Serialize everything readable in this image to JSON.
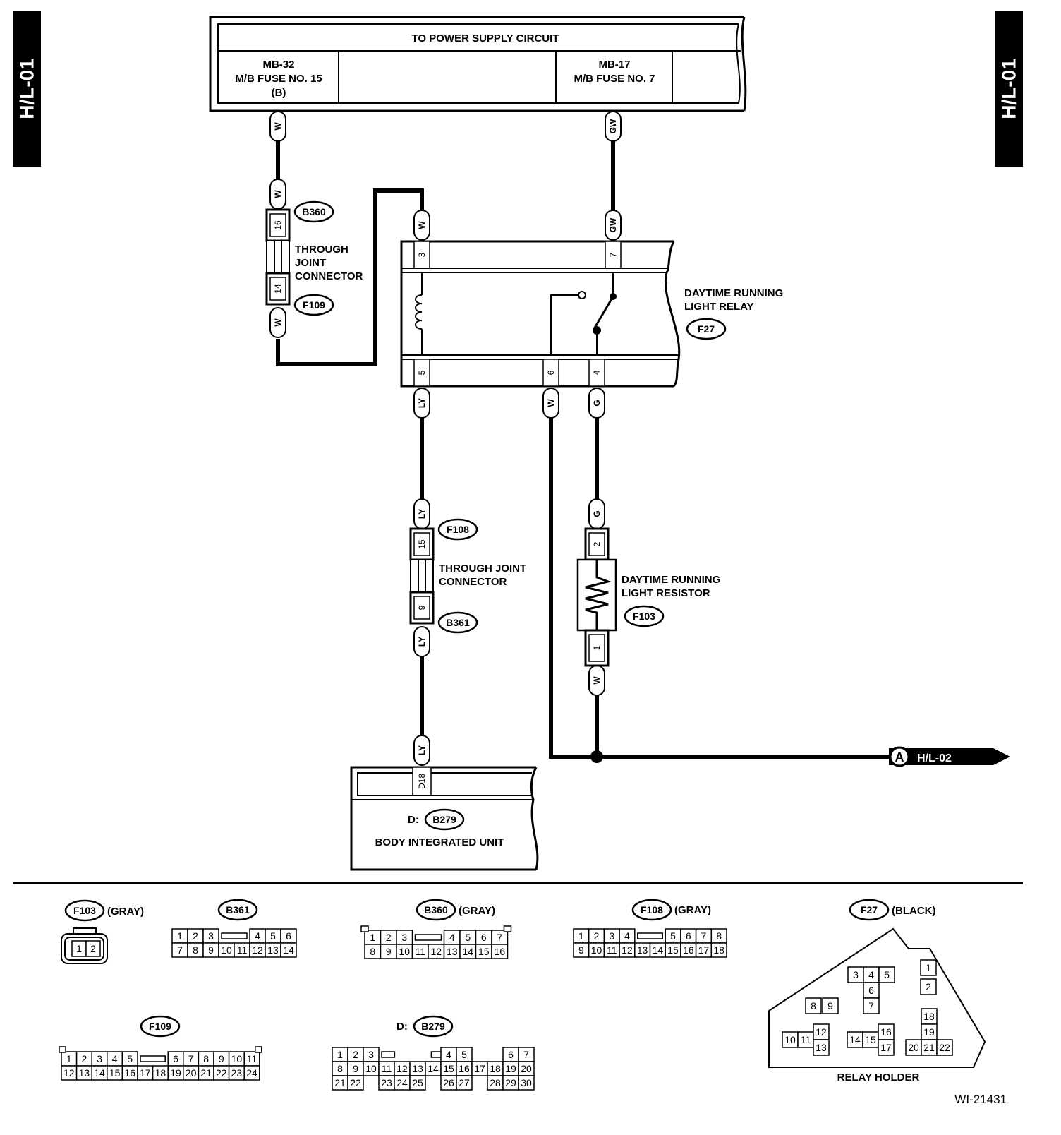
{
  "tabs": {
    "left": "H/L-01",
    "right": "H/L-01"
  },
  "power": {
    "title": "TO POWER SUPPLY CIRCUIT",
    "fuse1": [
      "MB-32",
      "M/B FUSE NO. 15",
      "(B)"
    ],
    "fuse2": [
      "MB-17",
      "M/B FUSE NO. 7"
    ]
  },
  "wires": {
    "w": "W",
    "gw": "GW",
    "ly": "LY",
    "g": "G"
  },
  "pins": {
    "b360": "16",
    "f109": "14",
    "relay_3": "3",
    "relay_7": "7",
    "relay_5": "5",
    "relay_6": "6",
    "relay_4": "4",
    "f108": "15",
    "b361": "9",
    "res_2": "2",
    "res_1": "1",
    "biu": "D18"
  },
  "ids": {
    "b360": "B360",
    "f109": "F109",
    "f27": "F27",
    "f108": "F108",
    "b361": "B361",
    "f103": "F103",
    "b279": "B279"
  },
  "labels": {
    "tjc1": [
      "THROUGH",
      "JOINT",
      "CONNECTOR"
    ],
    "relay": [
      "DAYTIME RUNNING",
      "LIGHT RELAY"
    ],
    "tjc2": [
      "THROUGH JOINT",
      "CONNECTOR"
    ],
    "resistor": [
      "DAYTIME RUNNING",
      "LIGHT RESISTOR"
    ],
    "biu_prefix": "D:",
    "biu": "BODY INTEGRATED UNIT",
    "link_letter": "A",
    "link_text": "H/L-02"
  },
  "legend": {
    "f103": {
      "id": "F103",
      "color": "(GRAY)",
      "rows": [
        [
          "1",
          "2"
        ]
      ]
    },
    "b361": {
      "id": "B361",
      "rows": [
        [
          "1",
          "2",
          "3",
          "",
          "4",
          "5",
          "6"
        ],
        [
          "7",
          "8",
          "9",
          "10",
          "11",
          "12",
          "13",
          "14"
        ]
      ]
    },
    "b360": {
      "id": "B360",
      "color": "(GRAY)",
      "rows": [
        [
          "1",
          "2",
          "3",
          "",
          "4",
          "5",
          "6",
          "7"
        ],
        [
          "8",
          "9",
          "10",
          "11",
          "12",
          "13",
          "14",
          "15",
          "16"
        ]
      ]
    },
    "f108": {
      "id": "F108",
      "color": "(GRAY)",
      "rows": [
        [
          "1",
          "2",
          "3",
          "4",
          "",
          "5",
          "6",
          "7",
          "8"
        ],
        [
          "9",
          "10",
          "11",
          "12",
          "13",
          "14",
          "15",
          "16",
          "17",
          "18"
        ]
      ]
    },
    "f27": {
      "id": "F27",
      "color": "(BLACK)",
      "caption": "RELAY HOLDER",
      "pins": [
        "1",
        "2",
        "3",
        "4",
        "5",
        "6",
        "7",
        "8",
        "9",
        "10",
        "11",
        "12",
        "13",
        "14",
        "15",
        "16",
        "17",
        "18",
        "19",
        "20",
        "21",
        "22"
      ]
    },
    "f109": {
      "id": "F109",
      "rows": [
        [
          "1",
          "2",
          "3",
          "4",
          "5",
          "",
          "6",
          "7",
          "8",
          "9",
          "10",
          "11"
        ],
        [
          "12",
          "13",
          "14",
          "15",
          "16",
          "17",
          "18",
          "19",
          "20",
          "21",
          "22",
          "23",
          "24"
        ]
      ]
    },
    "b279": {
      "id": "B279",
      "prefix": "D:",
      "rows": [
        [
          "1",
          "2",
          "3",
          "",
          "",
          "4",
          "5",
          "",
          "6",
          "7"
        ],
        [
          "8",
          "9",
          "10",
          "11",
          "12",
          "13",
          "14",
          "15",
          "16",
          "17",
          "18",
          "19",
          "20"
        ],
        [
          "21",
          "22",
          "",
          "23",
          "24",
          "25",
          "",
          "26",
          "27",
          "",
          "28",
          "29",
          "30"
        ]
      ]
    }
  },
  "footer": "WI-21431"
}
